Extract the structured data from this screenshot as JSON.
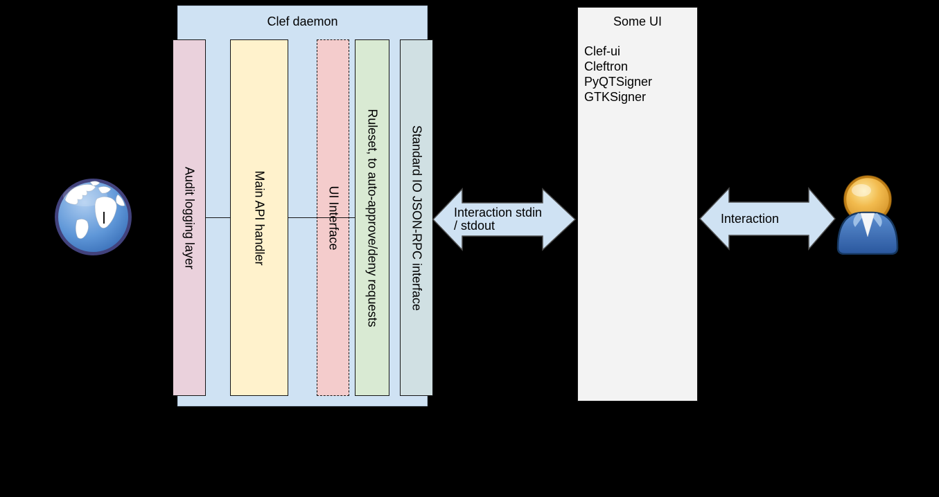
{
  "clef_daemon": {
    "title": "Clef daemon",
    "container_fill": "#cfe2f3",
    "columns": [
      {
        "label": "Audit logging layer",
        "fill": "#ead1dc",
        "border": "solid"
      },
      {
        "label": "Main API handler",
        "fill": "#fff2cc",
        "border": "solid"
      },
      {
        "label": "UI Interface",
        "fill": "#f4cccc",
        "border": "dashed"
      },
      {
        "label": "Ruleset, to auto-approve/deny requests",
        "fill": "#d9ead3",
        "border": "solid"
      },
      {
        "label": "Standard IO JSON-RPC interface",
        "fill": "#d0e0e3",
        "border": "solid"
      }
    ]
  },
  "some_ui": {
    "title": "Some UI",
    "fill": "#f3f3f3",
    "items": [
      "Clef-ui",
      "Cleftron",
      "PyQTSigner",
      "GTKSigner"
    ]
  },
  "arrows": [
    {
      "label_line1": "Interaction stdin",
      "label_line2": "/ stdout",
      "fill": "#cfe2f3",
      "stroke": "#4d4d4d"
    },
    {
      "label": "Interaction",
      "fill": "#cfe2f3",
      "stroke": "#4d4d4d"
    }
  ],
  "icons": {
    "left": "globe-icon",
    "right": "person-icon"
  },
  "palette": {
    "background": "#000000",
    "line_color": "#141414"
  }
}
